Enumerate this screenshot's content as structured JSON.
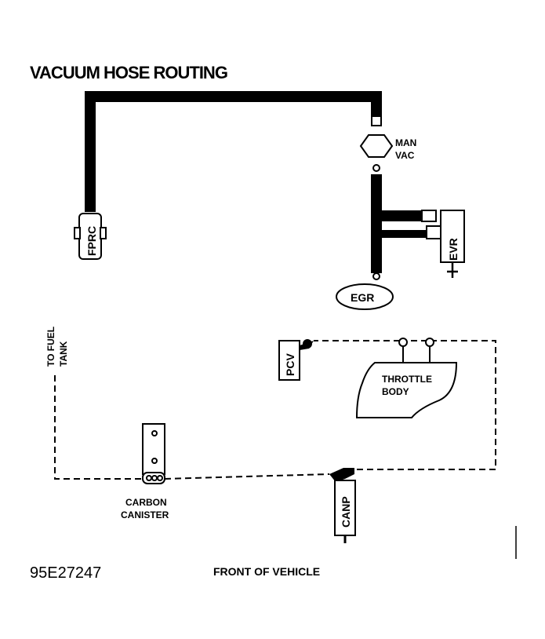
{
  "title": "VACUUM HOSE ROUTING",
  "labels": {
    "man_vac_1": "MAN",
    "man_vac_2": "VAC",
    "fprc": "FPRC",
    "evr": "EVR",
    "egr": "EGR",
    "to_fuel_tank_1": "TO FUEL",
    "to_fuel_tank_2": "TANK",
    "pcv": "PCV",
    "throttle_body_1": "THROTTLE",
    "throttle_body_2": "BODY",
    "carbon_canister_1": "CARBON",
    "carbon_canister_2": "CANISTER",
    "canp": "CANP"
  },
  "footer": {
    "figure_code": "95E27247",
    "front_of_vehicle": "FRONT OF VEHICLE"
  }
}
